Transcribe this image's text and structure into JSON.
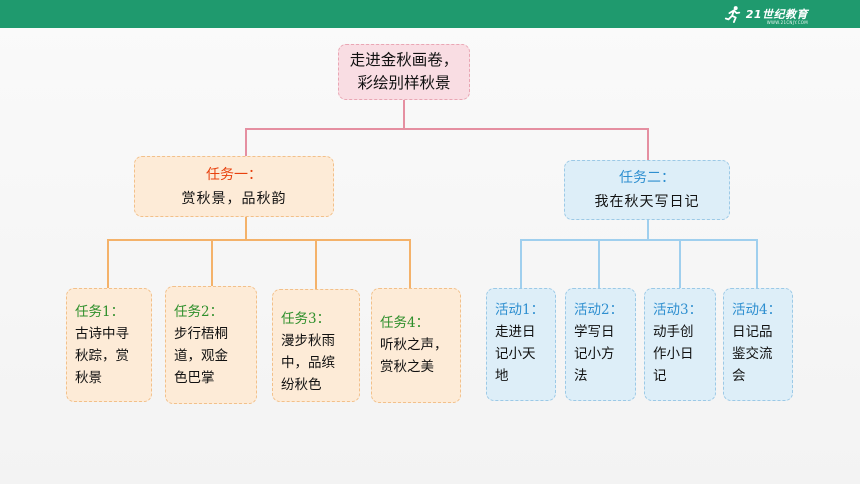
{
  "brand": {
    "logo_text": "21世纪教育",
    "logo_sub": "WWW.21CNJY.COM"
  },
  "root": {
    "line1": "走进金秋画卷，",
    "line2": "彩绘别样秋景"
  },
  "task1": {
    "title": "任务一：",
    "subtitle": "赏秋景，品秋韵",
    "items": [
      {
        "title": "任务1：",
        "body": "古诗中寻\n秋踪，赏\n秋景"
      },
      {
        "title": "任务2：",
        "body": "步行梧桐\n道，观金\n色巴掌"
      },
      {
        "title": "任务3：",
        "body": "漫步秋雨\n中，品缤\n纷秋色"
      },
      {
        "title": "任务4：",
        "body": "听秋之声，\n赏秋之美"
      }
    ]
  },
  "task2": {
    "title": "任务二：",
    "subtitle": "我在秋天写日记",
    "items": [
      {
        "title": "活动1：",
        "body": "走进日\n记小天\n地"
      },
      {
        "title": "活动2：",
        "body": "学写日\n记小方\n法"
      },
      {
        "title": "活动3：",
        "body": "动手创\n作小日\n记"
      },
      {
        "title": "活动4：",
        "body": "日记品\n鉴交流\n会"
      }
    ]
  },
  "colors": {
    "topbar": "#1f9a6e",
    "pink_line": "#e58fa1",
    "orange_line": "#f4b26a",
    "blue_line": "#9fcfee",
    "task1_title": "#e8410e",
    "task2_title": "#2e8fd0",
    "leaf_title_green": "#2e8f2b"
  }
}
